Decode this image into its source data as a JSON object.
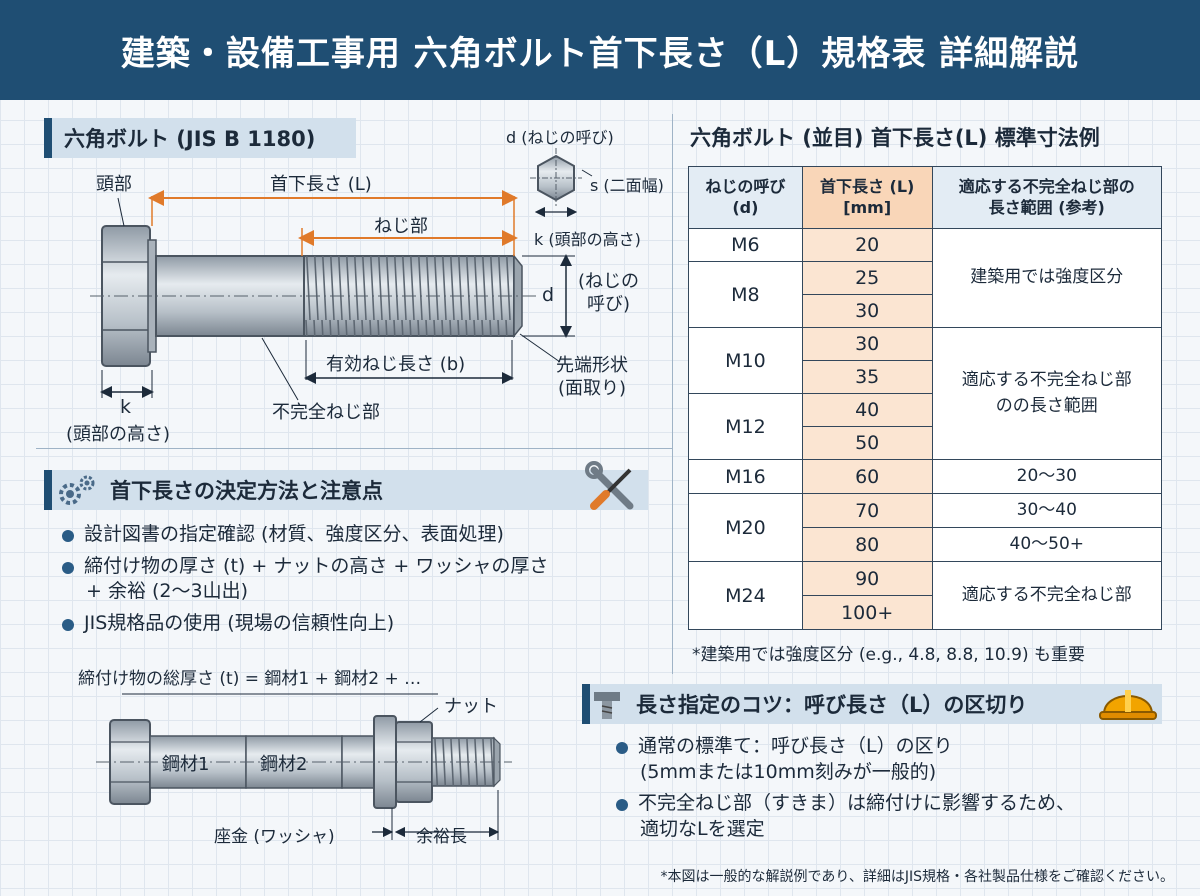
{
  "title": "建築・設備工事用 六角ボルト首下長さ（L）規格表 詳細解説",
  "bolt_section": {
    "heading": "六角ボルト (JIS B 1180)",
    "labels": {
      "head": "頭部",
      "neck_length": "首下長さ (L)",
      "thread": "ねじ部",
      "d": "d",
      "d_note_1": "(ねじの",
      "d_note_2": "呼び)",
      "effective": "有効ねじ長さ (b)",
      "tip_1": "先端形状",
      "tip_2": "(面取り)",
      "incomplete": "不完全ねじ部",
      "k": "k",
      "k_note": "(頭部の高さ)"
    },
    "hex_labels": {
      "d_top": "d (ねじの呼び)",
      "s": "s (二面幅)",
      "k": "k (頭部の高さ)"
    }
  },
  "table": {
    "heading": "六角ボルト (並目) 首下長さ(L) 標準寸法例",
    "headers": {
      "col1_a": "ねじの呼び",
      "col1_b": "(d)",
      "col2_a": "首下長さ (L)",
      "col2_b": "[mm]",
      "col3_a": "適応する不完全ねじ部の",
      "col3_b": "長さ範囲 (参考)"
    },
    "rows": {
      "m6": "M6",
      "m8": "M8",
      "m10": "M10",
      "m12": "M12",
      "m16": "M16",
      "m20": "M20",
      "m24": "M24",
      "l20": "20",
      "l25": "25",
      "l30a": "30",
      "l30b": "30",
      "l35": "35",
      "l40": "40",
      "l50": "50",
      "l60": "60",
      "l70": "70",
      "l80": "80",
      "l90": "90",
      "l100": "100+"
    },
    "notes": {
      "n1": "建築用では強度区分",
      "n2a": "適応する不完全ねじ部",
      "n2b": "のの長さ範囲",
      "n3": "20〜30",
      "n4": "30〜40",
      "n5": "40〜50+",
      "n6": "適応する不完全ねじ部"
    },
    "footnote": "*建築用では強度区分 (e.g., 4.8, 8.8, 10.9) も重要"
  },
  "method": {
    "heading": "首下長さの決定方法と注意点",
    "b1": "設計図書の指定確認 (材質、強度区分、表面処理)",
    "b2a": "締付け物の厚さ (t) + ナットの高さ + ワッシャの厚さ",
    "b2b": "+ 余裕 (2〜3山出)",
    "b3": "JIS規格品の使用 (現場の信頼性向上)"
  },
  "assembly": {
    "formula": "締付け物の総厚さ (t) = 鋼材1 + 鋼材2 + …",
    "nut": "ナット",
    "steel1": "鋼材1",
    "steel2": "鋼材2",
    "washer": "座金 (ワッシャ)",
    "margin": "余裕長"
  },
  "tips": {
    "heading": "長さ指定のコツ：呼び長さ（L）の区切り",
    "b1a": "通常の標準て：呼び長さ（L）の区り",
    "b1b": "(5mmまたは10mm刻みが一般的)",
    "b2a": "不完全ねじ部（すきま）は締付けに影響するため、",
    "b2b": "適切なLを選定"
  },
  "footer": "*本図は一般的な解説例であり、詳細はJIS規格・各社製品仕様をご確認ください。",
  "colors": {
    "navy": "#1f4e73",
    "orange": "#e07a2a",
    "section": "#d2e0ec"
  }
}
